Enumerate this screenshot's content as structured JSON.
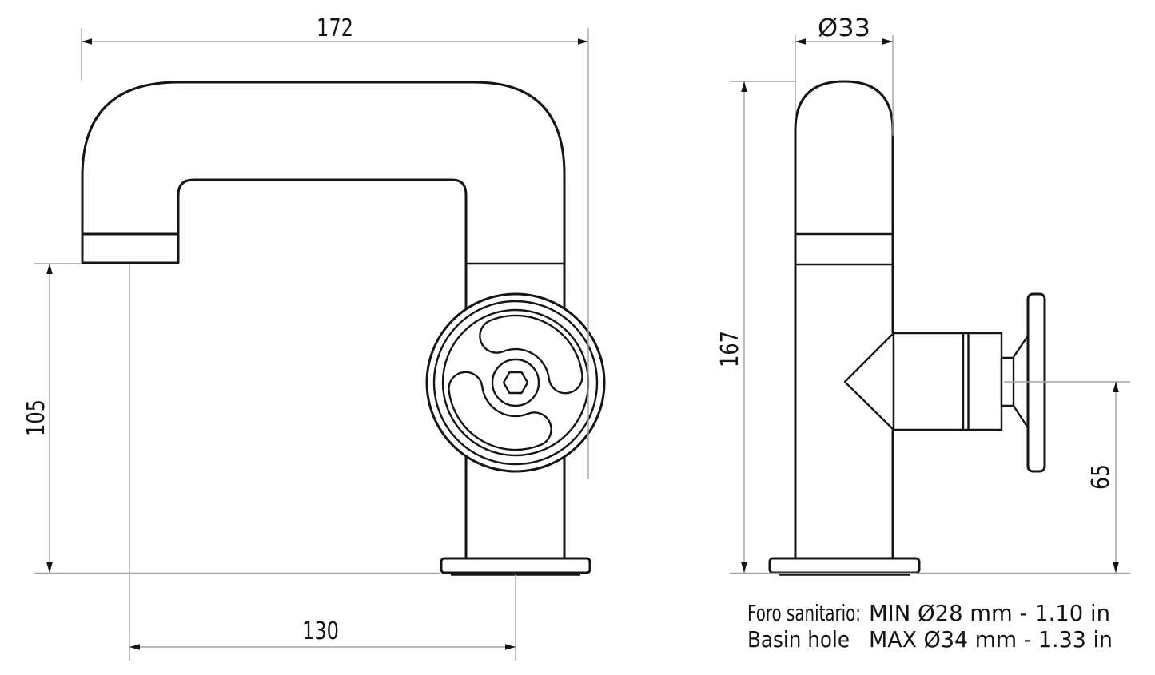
{
  "drawing": {
    "dimensions": {
      "spout_width": "172",
      "spout_outlet_height": "105",
      "spout_reach": "130",
      "body_diameter": "Ø33",
      "total_height": "167",
      "handle_center_height": "65"
    },
    "note": {
      "label_it": "Foro sanitario:",
      "label_en": "Basin hole",
      "min_value": "MIN Ø28 mm - 1.10 in",
      "max_value": "MAX Ø34 mm - 1.33 in"
    },
    "colors": {
      "object_line": "#151515",
      "dimension_line": "#a3a3a3",
      "text": "#141414",
      "background": "#ffffff"
    }
  }
}
